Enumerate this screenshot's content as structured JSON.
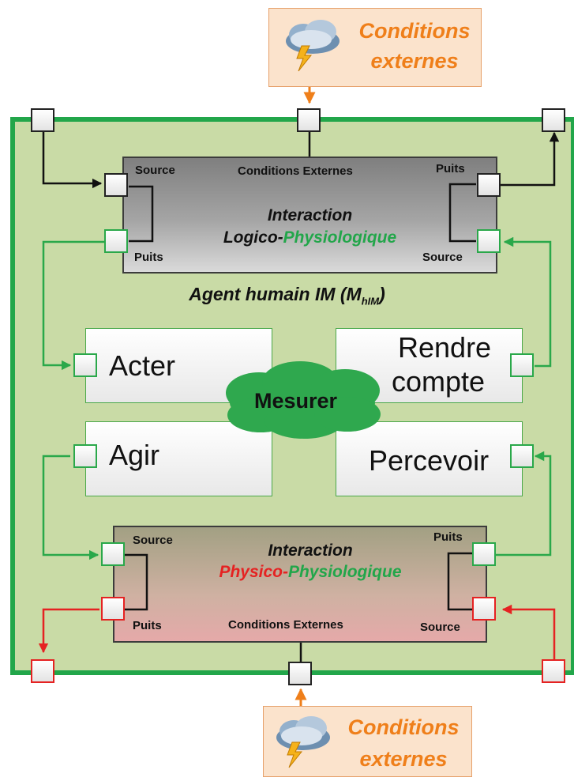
{
  "external_conditions": {
    "top": {
      "line1": "Conditions",
      "line2": "externes",
      "icon": "storm-cloud-icon"
    },
    "bottom": {
      "line1": "Conditions",
      "line2": "externes",
      "icon": "storm-cloud-icon"
    }
  },
  "interaction_logico": {
    "title_line1": "Interaction",
    "title_logico": "Logico-",
    "title_physio": "Physiologique",
    "label_source_left": "Source",
    "label_puits_left": "Puits",
    "label_puits_right": "Puits",
    "label_source_right": "Source",
    "label_conditions": "Conditions Externes"
  },
  "interaction_physico": {
    "title_line1": "Interaction",
    "title_physico": "Physico-",
    "title_physio": "Physiologique",
    "label_source_left": "Source",
    "label_puits_left": "Puits",
    "label_puits_right": "Puits",
    "label_source_right": "Source",
    "label_conditions": "Conditions Externes"
  },
  "agent": {
    "title": "Agent humain IM (M",
    "subscript": "hIM",
    "suffix": ")"
  },
  "functions": {
    "acter": "Acter",
    "rendre_compte_line1": "Rendre",
    "rendre_compte_line2": "compte",
    "agir": "Agir",
    "percevoir": "Percevoir",
    "mesurer": "Mesurer"
  },
  "colors": {
    "agent_border": "#22a64a",
    "agent_fill": "#c9dba6",
    "green_flow": "#2aa84a",
    "red_flow": "#e52222",
    "external_orange": "#ef7f1a",
    "cloud_green": "#2aa84a"
  }
}
